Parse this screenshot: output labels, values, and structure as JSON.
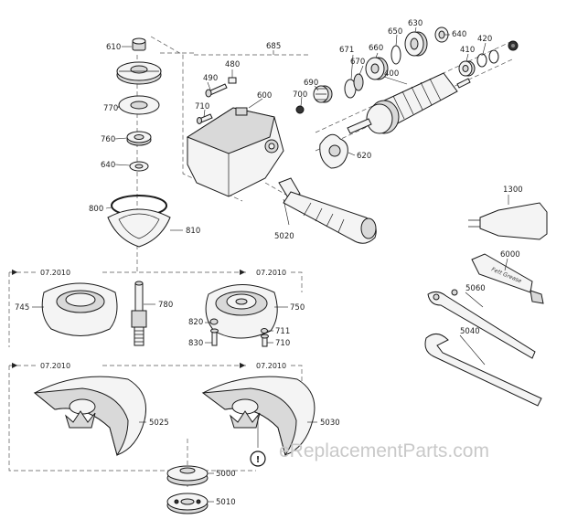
{
  "parts": {
    "p610": "610",
    "p685": "685",
    "p671": "671",
    "p670": "670",
    "p660": "660",
    "p650": "650",
    "p630": "630",
    "p640a": "640",
    "p420": "420",
    "p410": "410",
    "p490": "490",
    "p480": "480",
    "p770": "770",
    "p600": "600",
    "p690": "690",
    "p700": "700",
    "p400": "400",
    "p710a": "710",
    "p760": "760",
    "p640b": "640",
    "p620": "620",
    "p1300": "1300",
    "p800": "800",
    "p810": "810",
    "p5020": "5020",
    "p6000": "6000",
    "p745": "745",
    "p780": "780",
    "p750": "750",
    "p5060": "5060",
    "p820": "820",
    "p711": "711",
    "p830": "830",
    "p710b": "710",
    "p5040": "5040",
    "p5025": "5025",
    "p5030": "5030",
    "p5000": "5000",
    "p5010": "5010"
  },
  "dates": {
    "d1": "07.2010",
    "d2": "07.2010",
    "d3": "07.2010",
    "d4": "07.2010"
  },
  "tube_text": "Fett  Grease",
  "watermark": "eReplacementParts.com",
  "caution_symbol": "!"
}
